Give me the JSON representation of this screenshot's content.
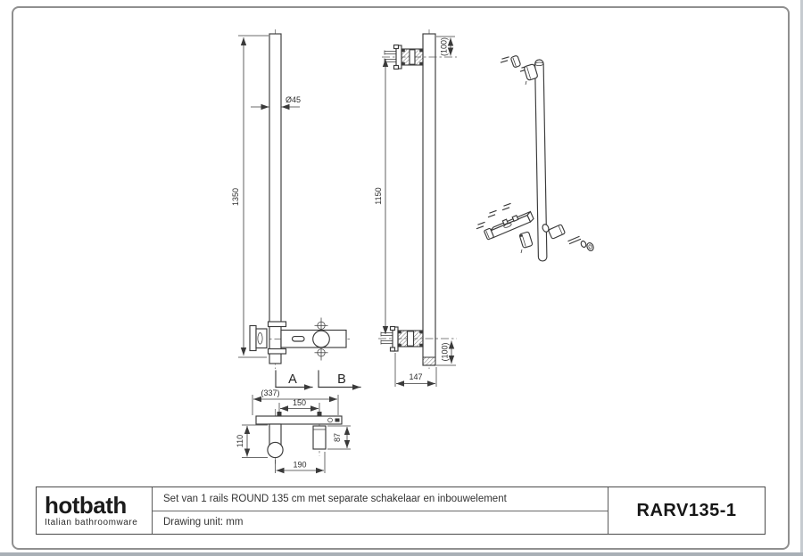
{
  "colors": {
    "line": "#3a3a3a",
    "sheet_border": "#8f8f8f"
  },
  "drawing": {
    "front_view": {
      "height": "1350",
      "diameter": "Ø45",
      "section_a": "A",
      "section_b": "B"
    },
    "side_view": {
      "length": "1150",
      "top_offset": "(100)",
      "bottom_offset": "(100)",
      "depth": "147"
    },
    "top_view": {
      "overall_width": "(337)",
      "mount_spacing": "150",
      "left_drop": "110",
      "right_drop": "87",
      "outlet_spacing": "190"
    }
  },
  "footer": {
    "logo": {
      "brand": "hotbath",
      "tagline": "Italian bathroomware"
    },
    "description": "Set van 1 rails ROUND 135 cm met separate schakelaar en inbouwelement",
    "drawing_unit": "Drawing unit: mm",
    "part_number": "RARV135-1"
  }
}
